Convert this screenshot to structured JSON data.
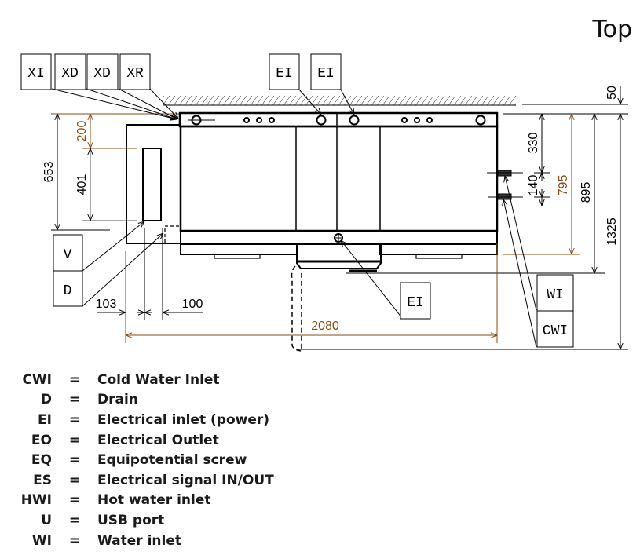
{
  "view_title": "Top",
  "colors": {
    "line": "#000000",
    "dimension_accent": "#8b4a12"
  },
  "callouts": {
    "top_left": [
      "XI",
      "XD",
      "XD",
      "XR"
    ],
    "top_ei_1": "EI",
    "top_ei_2": "EI",
    "bottom_ei": "EI",
    "left_v": "V",
    "left_d": "D",
    "right_wi": "WI",
    "right_cwi": "CWI"
  },
  "dimensions": {
    "left_653": "653",
    "left_200": "200",
    "left_401": "401",
    "bottom_103": "103",
    "bottom_100": "100",
    "bottom_2080": "2080",
    "right_50": "50",
    "right_330": "330",
    "right_140": "140",
    "right_795": "795",
    "right_895": "895",
    "right_1325": "1325"
  },
  "legend": [
    {
      "code": "CWI",
      "eq": "=",
      "desc": "Cold Water Inlet"
    },
    {
      "code": "D",
      "eq": "=",
      "desc": "Drain"
    },
    {
      "code": "EI",
      "eq": "=",
      "desc": "Electrical inlet (power)"
    },
    {
      "code": "EO",
      "eq": "=",
      "desc": "Electrical Outlet"
    },
    {
      "code": "EQ",
      "eq": "=",
      "desc": "Equipotential screw"
    },
    {
      "code": "ES",
      "eq": "=",
      "desc": "Electrical signal IN/OUT"
    },
    {
      "code": "HWI",
      "eq": "=",
      "desc": "Hot water inlet"
    },
    {
      "code": "U",
      "eq": "=",
      "desc": "USB port"
    },
    {
      "code": "WI",
      "eq": "=",
      "desc": "Water inlet"
    }
  ]
}
